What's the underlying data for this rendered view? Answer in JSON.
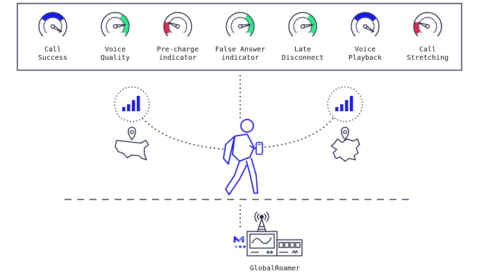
{
  "gauges": [
    {
      "line1": "Call",
      "line2": "Success",
      "level": 0.95,
      "color": "#1a1ae6"
    },
    {
      "line1": "Voice",
      "line2": "Quality",
      "level": 0.8,
      "color": "#2ee88a"
    },
    {
      "line1": "Pre-charge",
      "line2": "indicator",
      "level": 0.25,
      "color": "#e8264f"
    },
    {
      "line1": "False Answer",
      "line2": "indicator",
      "level": 0.8,
      "color": "#2ee88a"
    },
    {
      "line1": "Late",
      "line2": "Disconnect",
      "level": 0.8,
      "color": "#2ee88a"
    },
    {
      "line1": "Voice",
      "line2": "Playback",
      "level": 0.95,
      "color": "#1a1ae6"
    },
    {
      "line1": "Call",
      "line2": "Stretching",
      "level": 0.25,
      "color": "#e8264f"
    }
  ],
  "colors": {
    "signal": "#1a1ae6",
    "stroke": "#1b1f3a",
    "walker": "#1a1ae6",
    "logo": "#1a1ae6"
  },
  "icons": [
    "signal-bars-icon",
    "location-pin-icon",
    "usa-map-icon",
    "europe-map-icon",
    "walking-person-icon",
    "phone-icon",
    "cell-tower-icon",
    "test-equipment-icon",
    "globalroamer-logo-icon"
  ],
  "footer": {
    "label": "GlobalRoamer"
  }
}
